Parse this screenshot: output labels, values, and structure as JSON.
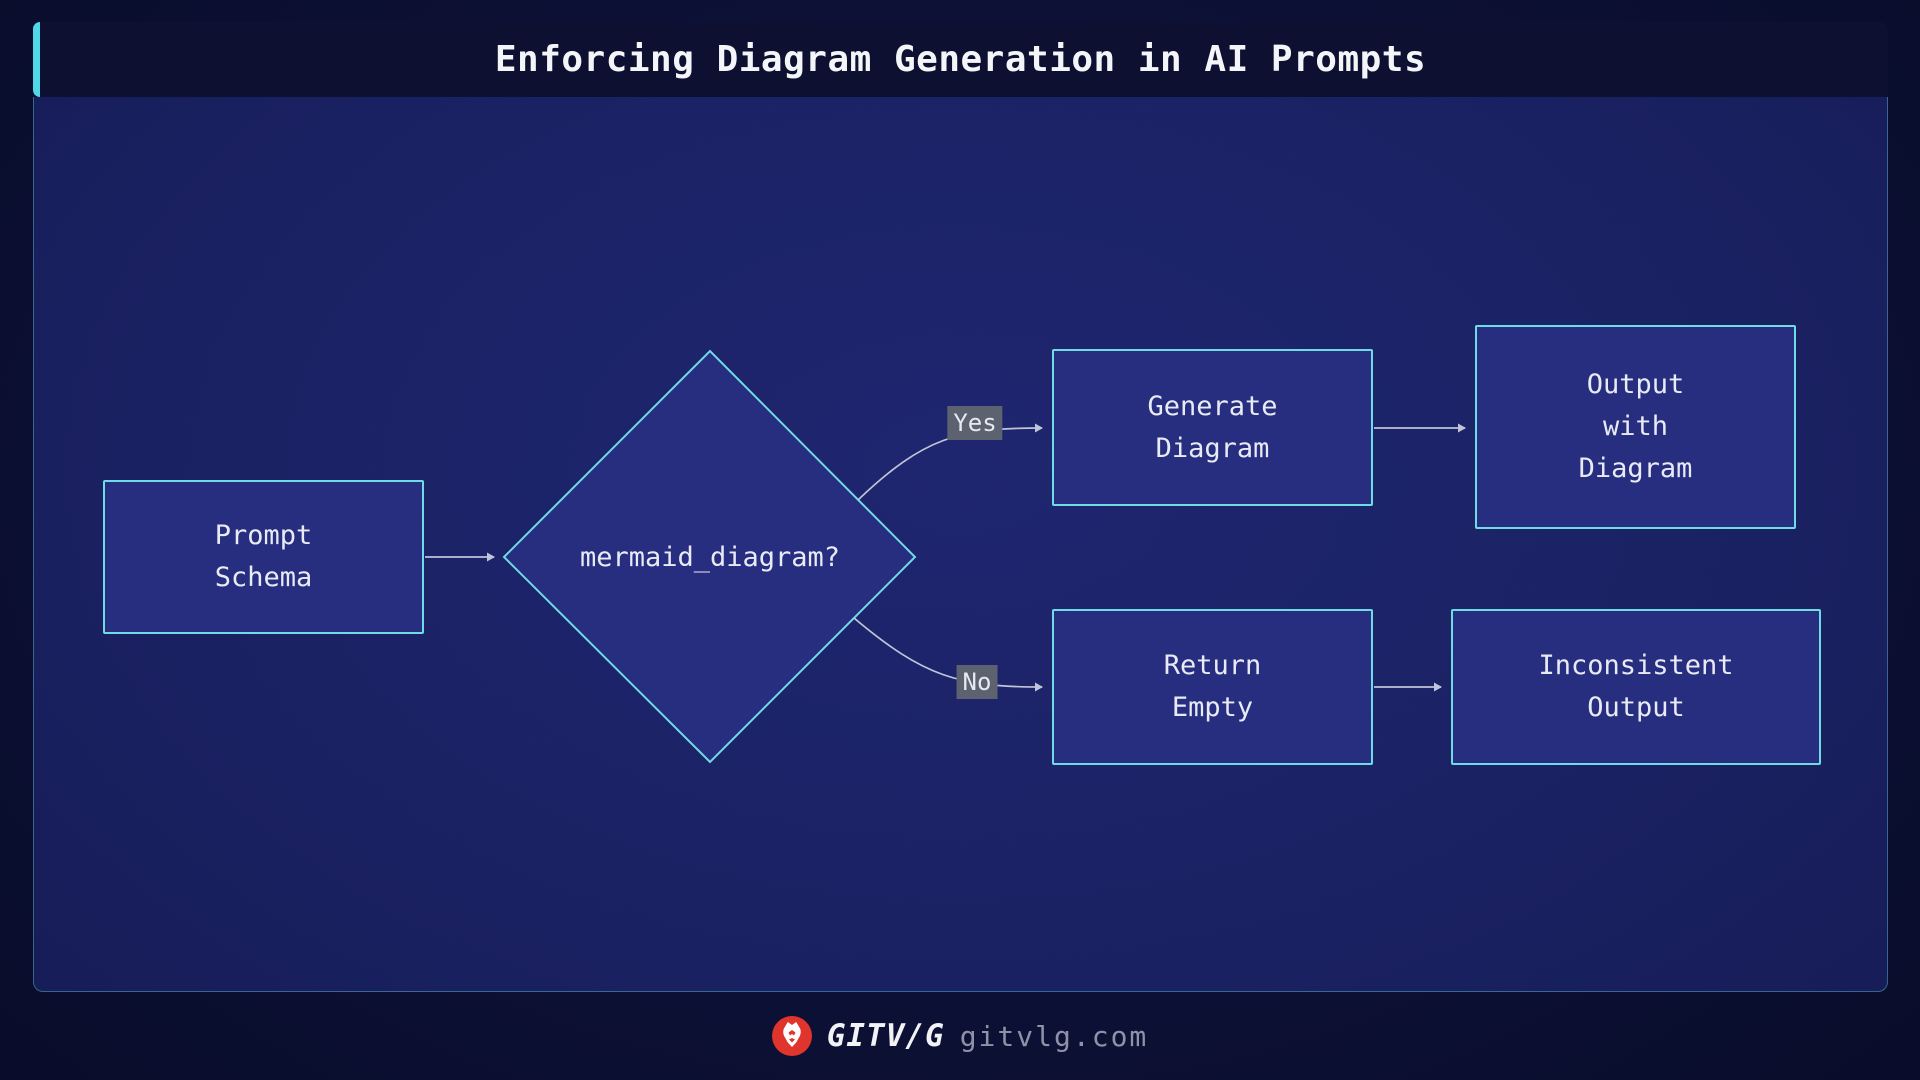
{
  "header": {
    "title": "Enforcing Diagram Generation in AI Prompts"
  },
  "nodes": {
    "prompt_schema": {
      "lines": [
        "Prompt",
        "Schema"
      ]
    },
    "decision": {
      "label": "mermaid_diagram?"
    },
    "generate_diagram": {
      "lines": [
        "Generate",
        "Diagram"
      ]
    },
    "output_with_diagram": {
      "lines": [
        "Output",
        "with",
        "Diagram"
      ]
    },
    "return_empty": {
      "lines": [
        "Return",
        "Empty"
      ]
    },
    "inconsistent_output": {
      "lines": [
        "Inconsistent",
        "Output"
      ]
    }
  },
  "edges": {
    "yes_label": "Yes",
    "no_label": "No"
  },
  "footer": {
    "brand": "GITV/G",
    "site": "gitvlg.com"
  },
  "colors": {
    "accent": "#4fd9e8",
    "node_fill": "#272e80",
    "node_border": "#6fdbe4",
    "arrow": "#c9cede",
    "label_bg": "#5c6270",
    "label_text": "#e6e9ef",
    "text": "#e9ebf4",
    "header_bg": "#0d1031",
    "page_bg": "#0c1034",
    "panel_bg": "#1a2162",
    "brand_red": "#e0352c",
    "muted": "#8d92a8"
  }
}
